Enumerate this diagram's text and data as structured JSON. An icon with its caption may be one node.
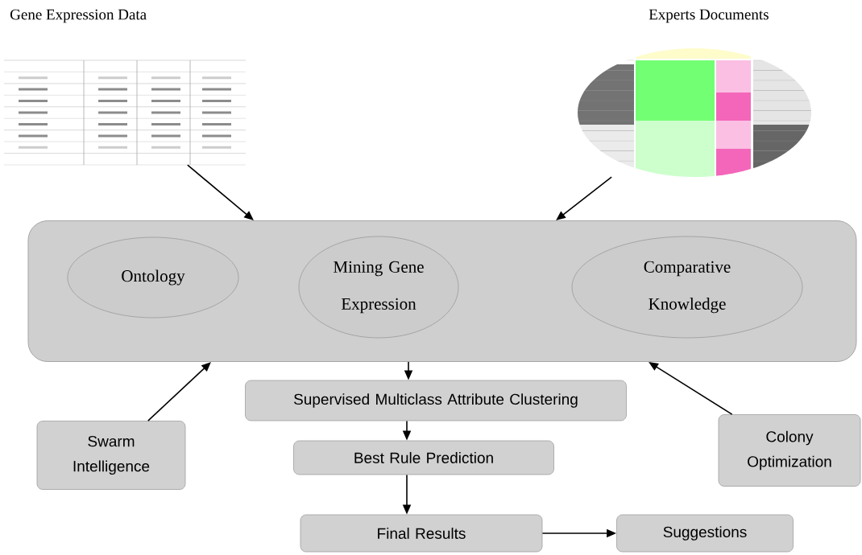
{
  "diagram": {
    "nodes": [
      {
        "text": [
          "Gene Expression Data"
        ]
      },
      {
        "text": [
          "Experts Documents"
        ]
      },
      {
        "text": [],
        "shape": "box"
      },
      {
        "text": [
          "Ontology"
        ],
        "in": 2
      },
      {
        "text": [
          "Mining Gene Expression"
        ],
        "in": 2
      },
      {
        "text": [
          "Comparative Knowledge"
        ],
        "in": 2
      },
      {
        "text": [
          "Supervised Multiclass Attribute Clustering"
        ]
      },
      {
        "text": [
          "Best Rule Prediction"
        ]
      },
      {
        "text": [
          "Final Results"
        ]
      },
      {
        "text": [
          "Suggestions"
        ]
      },
      {
        "text": [
          "Swarm Intelligence"
        ]
      },
      {
        "text": [
          "Colony Optimization"
        ]
      }
    ],
    "edges": [
      {
        "from": 0,
        "to": 2,
        "arrow": "to"
      },
      {
        "from": 1,
        "to": 2,
        "arrow": "to"
      },
      {
        "from": 2,
        "to": 6,
        "arrow": "to"
      },
      {
        "from": 6,
        "to": 7,
        "arrow": "to"
      },
      {
        "from": 7,
        "to": 8,
        "arrow": "to"
      },
      {
        "from": 8,
        "to": 9,
        "arrow": "to"
      },
      {
        "from": 10,
        "to": 2,
        "arrow": "to"
      },
      {
        "from": 11,
        "to": 2,
        "arrow": "to"
      }
    ]
  }
}
